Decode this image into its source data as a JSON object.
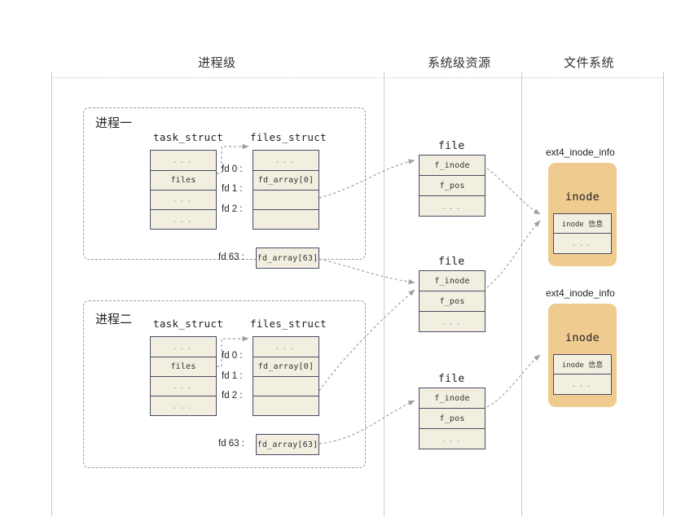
{
  "lanes": [
    {
      "id": "process-level",
      "title": "进程级"
    },
    {
      "id": "system-resource",
      "title": "系统级资源"
    },
    {
      "id": "file-system",
      "title": "文件系统"
    }
  ],
  "processes": [
    {
      "id": "process-one",
      "label": "进程一",
      "task_struct": {
        "title": "task_struct",
        "rows": [
          "...",
          "files",
          "...",
          "..."
        ]
      },
      "files_struct": {
        "title": "files_struct",
        "rows": [
          "...",
          "fd_array[0]",
          "",
          ""
        ],
        "overflow_row": "fd_array[63]"
      },
      "fd_labels": [
        "fd 0 :",
        "fd 1 :",
        "fd 2 :",
        "fd 63 :"
      ]
    },
    {
      "id": "process-two",
      "label": "进程二",
      "task_struct": {
        "title": "task_struct",
        "rows": [
          "...",
          "files",
          "...",
          "..."
        ]
      },
      "files_struct": {
        "title": "files_struct",
        "rows": [
          "...",
          "fd_array[0]",
          "",
          ""
        ],
        "overflow_row": "fd_array[63]"
      },
      "fd_labels": [
        "fd 0 :",
        "fd 1 :",
        "fd 2 :",
        "fd 63 :"
      ]
    }
  ],
  "files": [
    {
      "id": "file-1",
      "title": "file",
      "rows": [
        "f_inode",
        "f_pos",
        "..."
      ]
    },
    {
      "id": "file-2",
      "title": "file",
      "rows": [
        "f_inode",
        "f_pos",
        "..."
      ]
    },
    {
      "id": "file-3",
      "title": "file",
      "rows": [
        "f_inode",
        "f_pos",
        "..."
      ]
    }
  ],
  "inodes": [
    {
      "id": "inode-1",
      "card_title": "ext4_inode_info",
      "inode_label": "inode",
      "rows": [
        "inode 信息",
        "..."
      ]
    },
    {
      "id": "inode-2",
      "card_title": "ext4_inode_info",
      "inode_label": "inode",
      "rows": [
        "inode 信息",
        "..."
      ]
    }
  ],
  "colors": {
    "struct_fill": "#F2EFE1",
    "struct_border": "#4a4a66",
    "inode_fill": "#EFCB90",
    "lane_rule": "#c9c9cf",
    "connector": "#9e9ea6",
    "dashed_border": "#9a9aa2"
  }
}
